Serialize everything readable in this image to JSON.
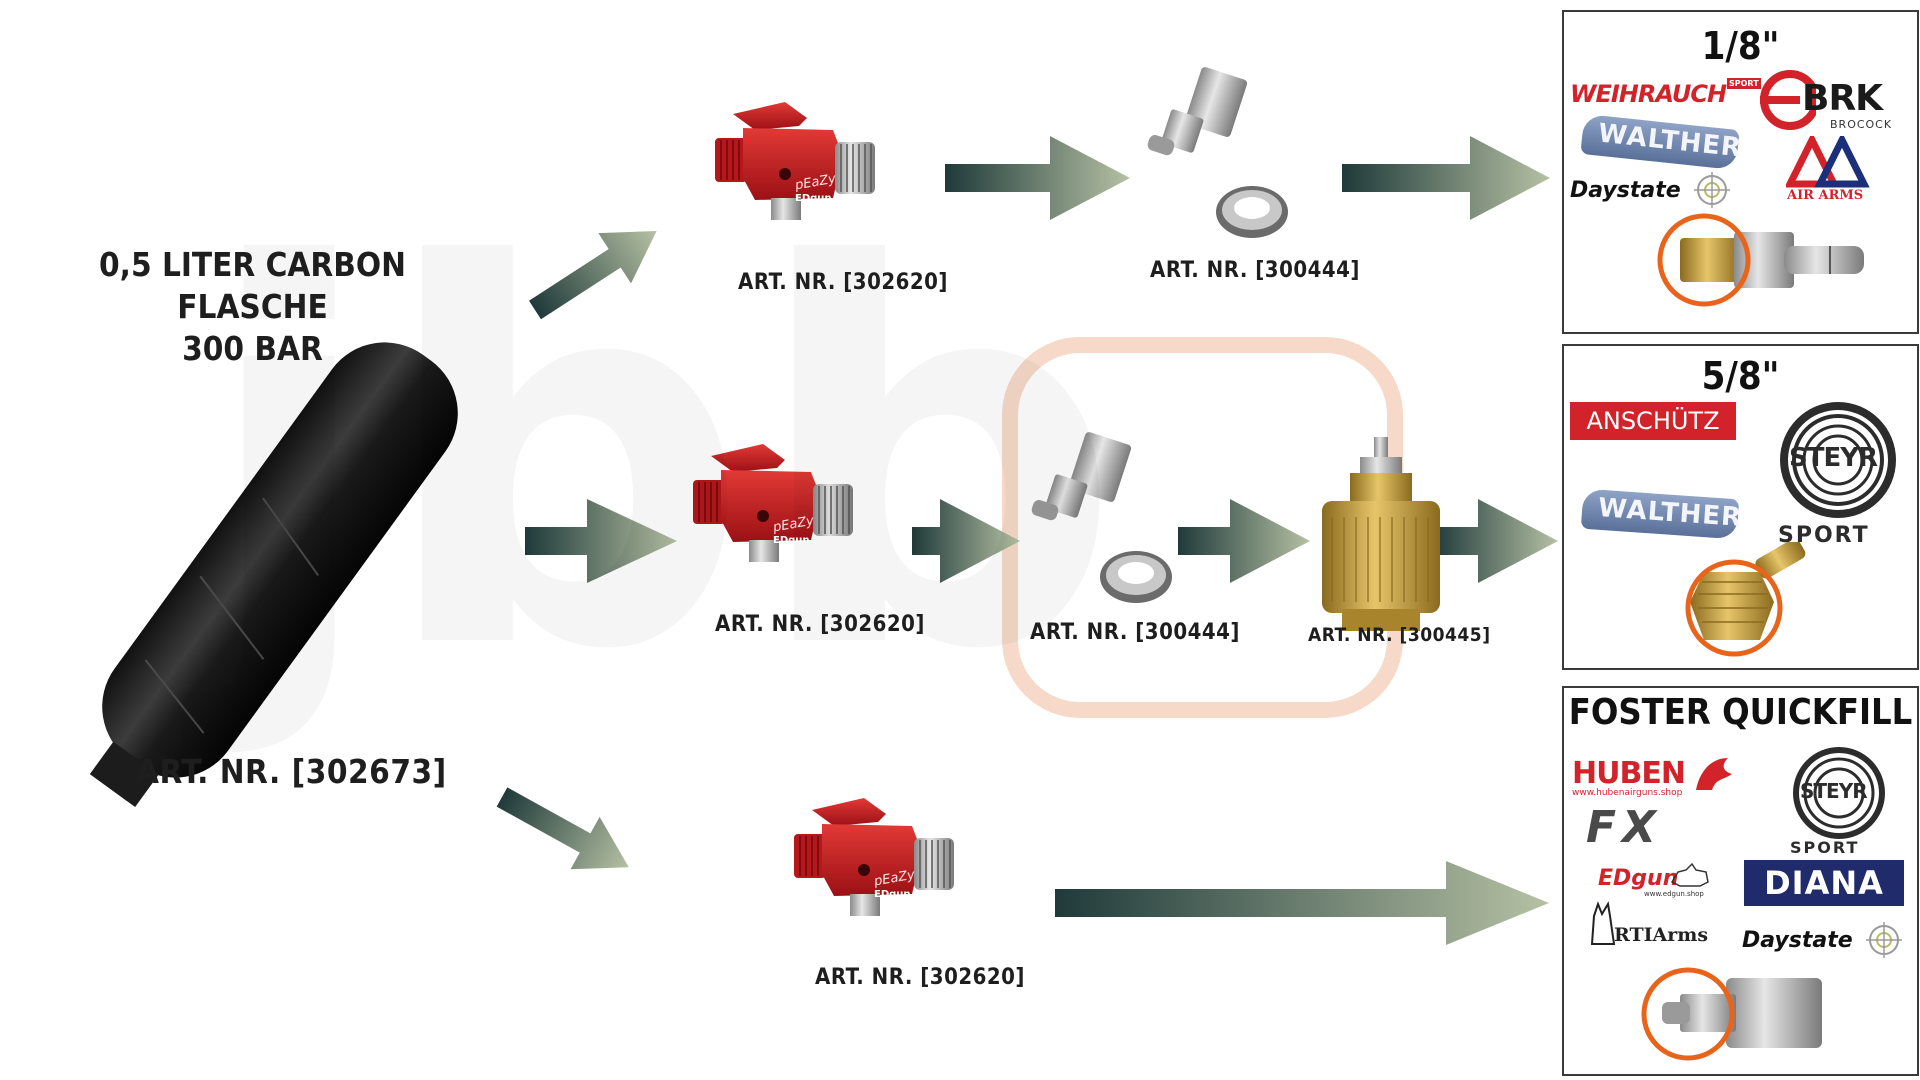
{
  "watermark": "jbb",
  "cylinder": {
    "title_line1": "0,5 LITER CARBON FLASCHE",
    "title_line2": "300 BAR",
    "art_nr": "ART. NR. [302673]"
  },
  "row1": {
    "valve_art_nr": "ART. NR. [302620]",
    "adapter_art_nr": "ART. NR. [300444]",
    "valve_brand": "pEaZy",
    "valve_maker": "EDgun"
  },
  "row2": {
    "valve_art_nr": "ART. NR. [302620]",
    "adapter_art_nr": "ART. NR. [300444]",
    "brass_art_nr": "ART. NR. [300445]",
    "valve_brand": "pEaZy",
    "valve_maker": "EDgun"
  },
  "row3": {
    "valve_art_nr": "ART. NR. [302620]",
    "valve_brand": "pEaZy",
    "valve_maker": "EDgun"
  },
  "panel1": {
    "heading": "1/8\"",
    "brands": {
      "weihrauch": "WEIHRAUCH",
      "weihrauch_sport": "SPORT",
      "brk": "BRK",
      "brocock": "BROCOCK",
      "walther": "WALTHER",
      "daystate": "Daystate",
      "air_arms": "AIR ARMS"
    }
  },
  "panel2": {
    "heading": "5/8\"",
    "brands": {
      "anschutz": "ANSCHÜTZ",
      "walther": "WALTHER",
      "steyr_sport": "SPORT",
      "steyr": "STEYR"
    }
  },
  "panel3": {
    "heading": "FOSTER QUICKFILL",
    "brands": {
      "huben": "HUBEN",
      "huben_url": "www.hubenairguns.shop",
      "fx": "FX",
      "steyr_sport": "SPORT",
      "steyr": "STEYR",
      "edgun": "EDgun",
      "edgun_url": "www.edgun.shop",
      "diana": "DIANA",
      "rti": "RTIArms",
      "daystate": "Daystate"
    }
  },
  "colors": {
    "arrow_dark": "#1f3a3a",
    "arrow_light": "#b6c1a4",
    "valve_red": "#c8191e",
    "highlight_orange": "#e8641b",
    "brass": "#c9a441"
  }
}
